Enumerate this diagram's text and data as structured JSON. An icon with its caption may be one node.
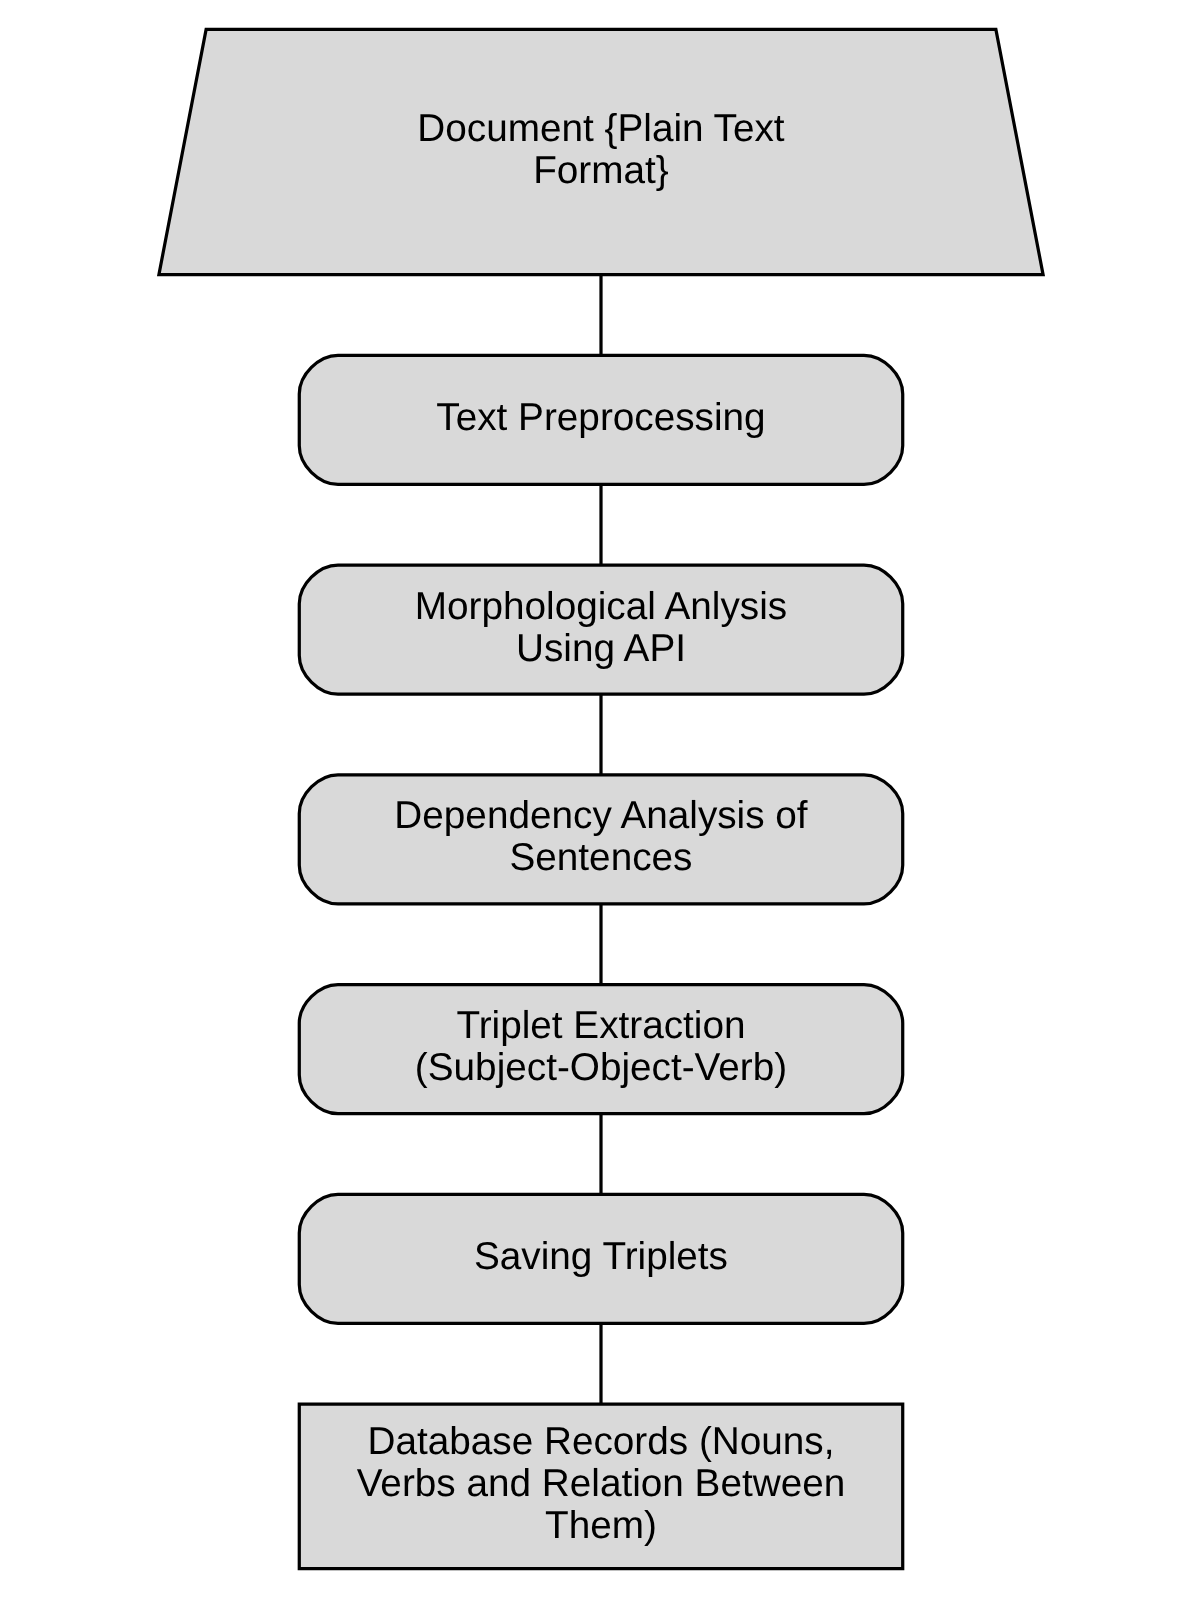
{
  "diagram": {
    "nodes": [
      {
        "text": [
          "Document {Plain Text Format}"
        ]
      },
      {
        "text": [
          "Text Preprocessing"
        ]
      },
      {
        "text": [
          "Morphological Anlysis Using API"
        ]
      },
      {
        "text": [
          "Dependency Analysis of Sentences"
        ]
      },
      {
        "text": [
          "Triplet Extraction (Subject-Object-Verb)"
        ]
      },
      {
        "text": [
          "Saving Triplets"
        ]
      },
      {
        "text": [
          "Database Records (Nouns, Verbs and Relation Between Them)"
        ]
      }
    ],
    "edges": [
      {
        "from": 0,
        "to": 1,
        "arrow": "none"
      },
      {
        "from": 1,
        "to": 2,
        "arrow": "none"
      },
      {
        "from": 2,
        "to": 3,
        "arrow": "none"
      },
      {
        "from": 3,
        "to": 4,
        "arrow": "none"
      },
      {
        "from": 4,
        "to": 5,
        "arrow": "none"
      },
      {
        "from": 5,
        "to": 6,
        "arrow": "none"
      }
    ]
  }
}
